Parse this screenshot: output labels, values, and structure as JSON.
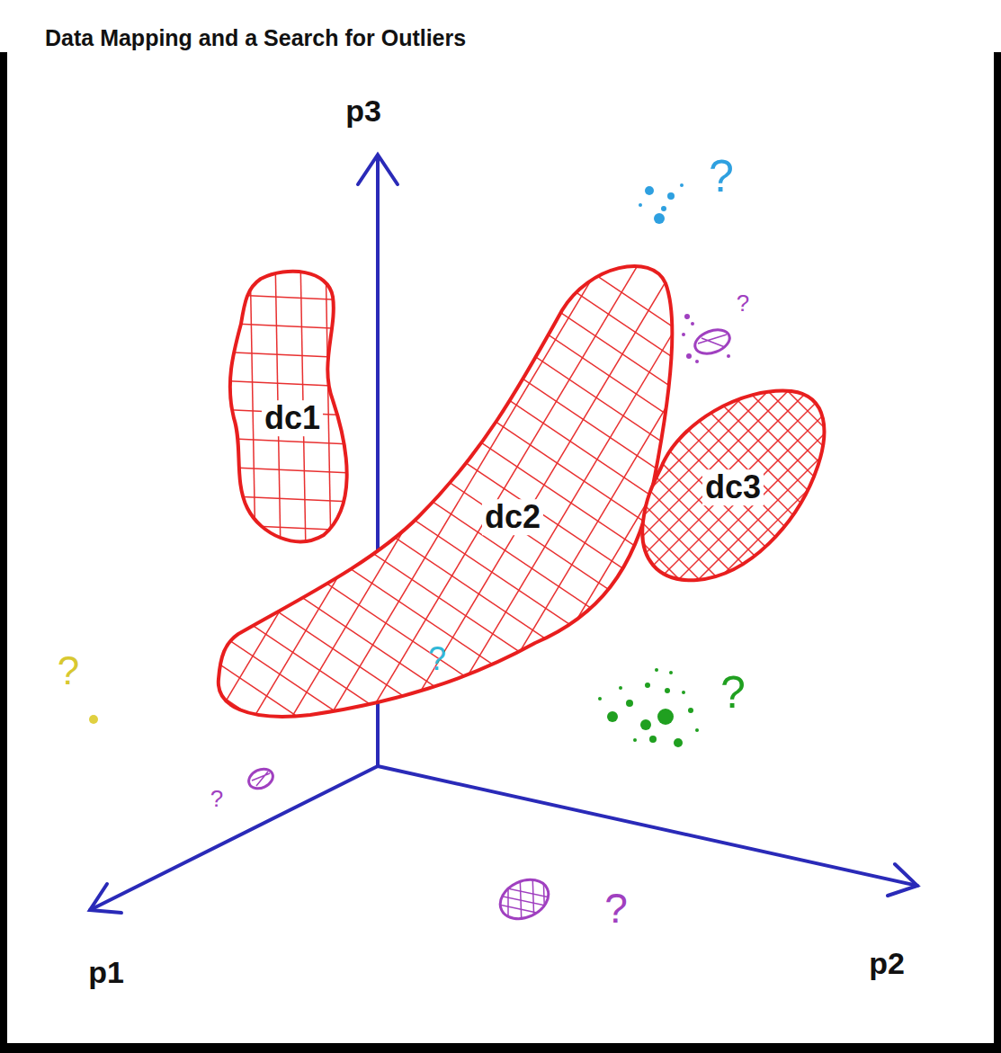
{
  "diagram": {
    "title": "Data Mapping and a Search for Outliers",
    "nodes": [
      {
        "text": [
          "dc1"
        ]
      },
      {
        "text": [
          "dc2"
        ]
      },
      {
        "text": [
          "dc3"
        ]
      }
    ],
    "labels": [
      "p3",
      "p1",
      "p2",
      "?",
      "?",
      "?",
      "?",
      "?",
      "?",
      "?"
    ]
  }
}
